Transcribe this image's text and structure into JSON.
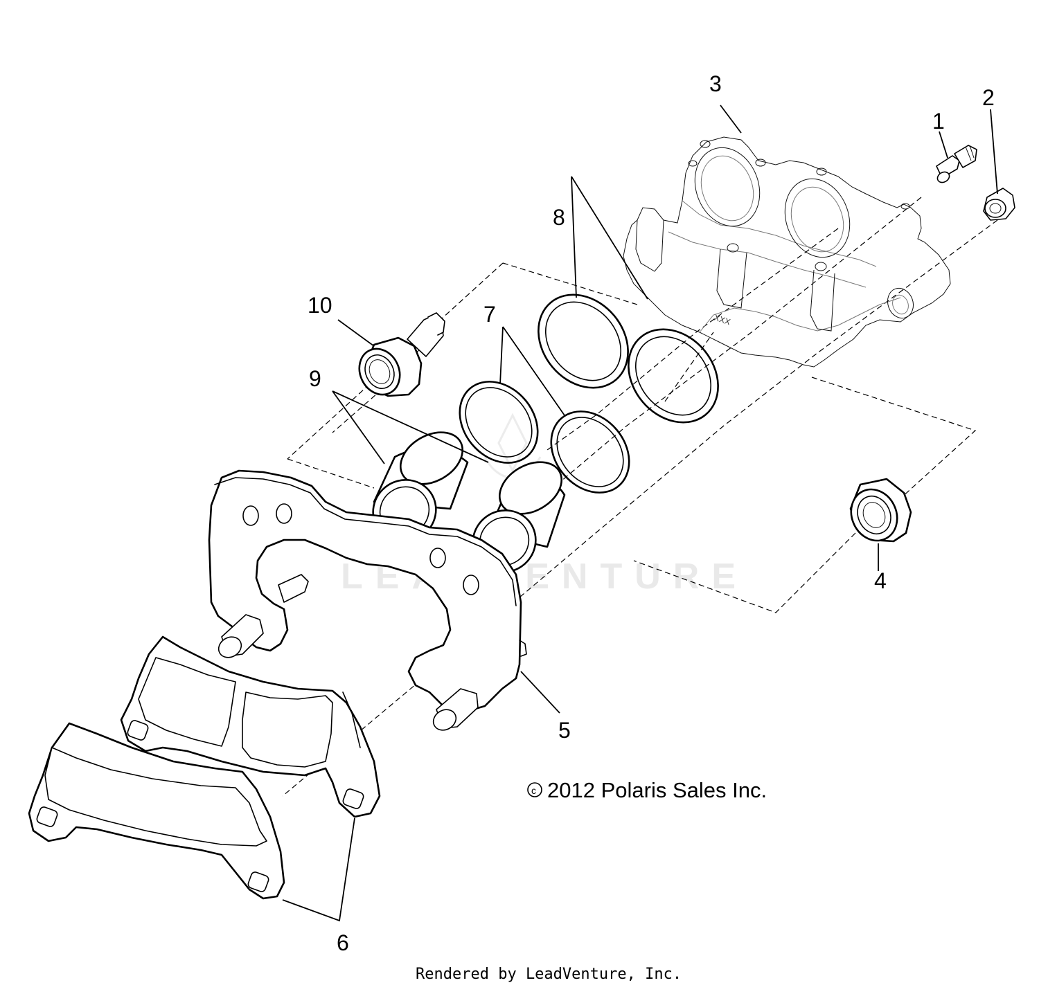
{
  "diagram": {
    "callouts": [
      {
        "id": "1",
        "label": "1"
      },
      {
        "id": "2",
        "label": "2"
      },
      {
        "id": "3",
        "label": "3"
      },
      {
        "id": "4",
        "label": "4"
      },
      {
        "id": "5",
        "label": "5"
      },
      {
        "id": "6",
        "label": "6"
      },
      {
        "id": "7",
        "label": "7"
      },
      {
        "id": "8",
        "label": "8"
      },
      {
        "id": "9",
        "label": "9"
      },
      {
        "id": "10",
        "label": "10"
      }
    ],
    "copyright": "2012 Polaris Sales Inc.",
    "copyright_symbol": "c",
    "watermark": "LEADVENTURE",
    "caliper_marking": "XXX"
  },
  "footer": {
    "rendered_by": "Rendered by LeadVenture, Inc."
  }
}
